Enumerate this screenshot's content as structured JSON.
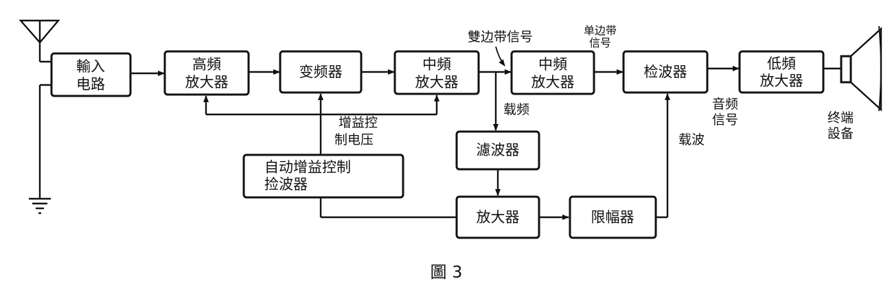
{
  "blocks": {
    "input_circuit": [
      "輸入",
      "电路"
    ],
    "rf_amp": [
      "高頻",
      "放大器"
    ],
    "mixer": [
      "变频器"
    ],
    "if_amp_1": [
      "中頻",
      "放大器"
    ],
    "if_amp_2": [
      "中頻",
      "放大器"
    ],
    "detector": [
      "检波器"
    ],
    "af_amp": [
      "低頻",
      "放大器"
    ],
    "agc_detector": [
      "自动增益控制",
      "捡波器"
    ],
    "filter": [
      "濾波器"
    ],
    "carrier_amp": [
      "放大器"
    ],
    "limiter": [
      "限幅器"
    ]
  },
  "labels": {
    "double_sideband": "雙边带信号",
    "single_sideband": [
      "单边带",
      "信号"
    ],
    "carrier_freq": "载频",
    "gain_control": [
      "增益控",
      "制电压"
    ],
    "carrier": "载波",
    "audio": [
      "音频",
      "信号"
    ],
    "terminal": [
      "终端",
      "設备"
    ]
  },
  "caption": "圖 3"
}
